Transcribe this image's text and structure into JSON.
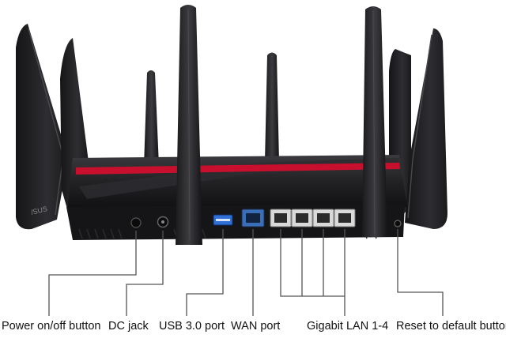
{
  "photo": {
    "subject": "router-rear-panel"
  },
  "callouts": {
    "power": "Power on/off button",
    "dc": "DC jack",
    "usb": "USB 3.0 port",
    "wan": "WAN port",
    "lan": "Gigabit LAN 1-4",
    "reset": "Reset to default button"
  },
  "colors": {
    "body": "#1c1c1e",
    "body_highlight": "#3a3a3e",
    "accent_stripe": "#c8102e",
    "usb_port": "#2f6fd6",
    "wan_port": "#3a6fb8",
    "lan_port": "#d9d9d9",
    "leader_line": "#555555"
  }
}
